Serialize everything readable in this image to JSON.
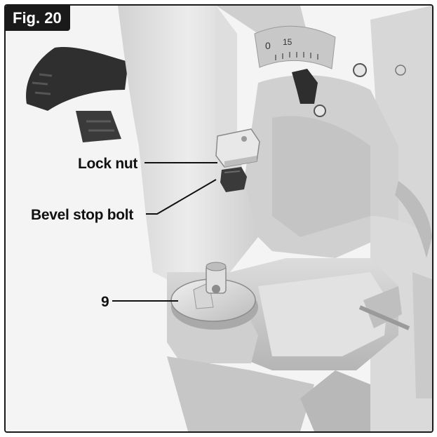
{
  "figure": {
    "label": "Fig. 20"
  },
  "callouts": {
    "lock_nut": "Lock nut",
    "bevel_stop_bolt": "Bevel stop bolt",
    "knob_number": "9"
  },
  "scale_markings": {
    "zero": "0",
    "fifteen": "15"
  },
  "colors": {
    "label_background": "#1a1a1a",
    "label_text": "#ffffff",
    "part_light": "#e6e6e6",
    "part_mid": "#c9c9c9",
    "part_dark": "#2e2e2e"
  }
}
